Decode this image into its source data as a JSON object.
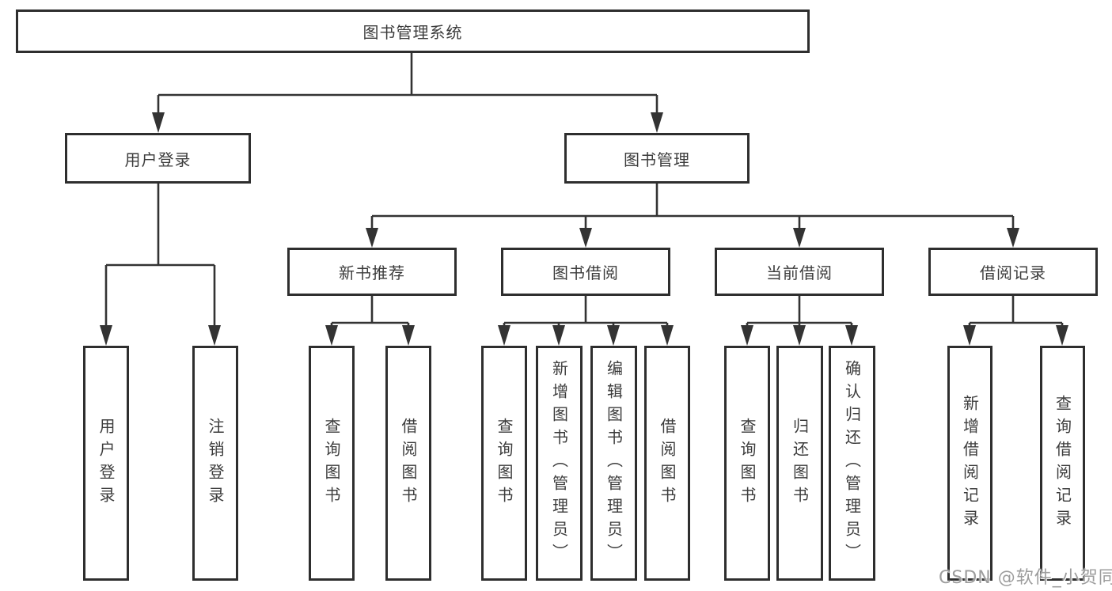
{
  "diagram": {
    "root": {
      "label": "图书管理系统"
    },
    "level2": {
      "user_login": {
        "label": "用户登录"
      },
      "book_management": {
        "label": "图书管理"
      }
    },
    "level3": {
      "new_book_recommendation": {
        "label": "新书推荐"
      },
      "book_borrowing": {
        "label": "图书借阅"
      },
      "current_borrowing": {
        "label": "当前借阅"
      },
      "borrowing_records": {
        "label": "借阅记录"
      }
    },
    "leaves": {
      "user_login": [
        "用户登录",
        "注销登录"
      ],
      "new_book_recommendation": [
        "查询图书",
        "借阅图书"
      ],
      "book_borrowing": [
        "查询图书",
        "新增图书（管理员）",
        "编辑图书（管理员）",
        "借阅图书"
      ],
      "current_borrowing": [
        "查询图书",
        "归还图书",
        "确认归还（管理员）"
      ],
      "borrowing_records": [
        "新增借阅记录",
        "查询借阅记录"
      ]
    }
  },
  "watermark": {
    "text": "CSDN @软件_小贺同学"
  },
  "colors": {
    "line": "#333333",
    "border": "#2e2e2e",
    "text": "#3c3c3c",
    "watermark": "#9d9d9d",
    "background": "#ffffff"
  }
}
